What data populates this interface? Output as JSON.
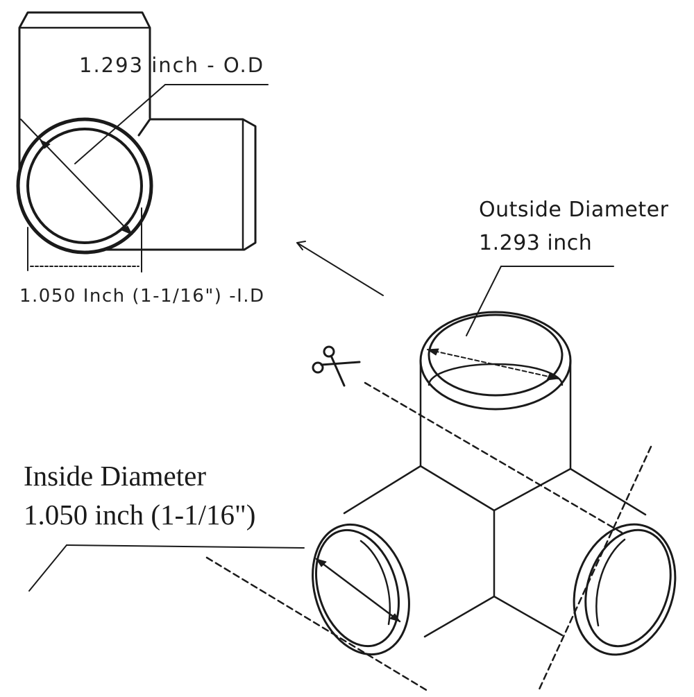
{
  "labels": {
    "top_od": "1.293 inch - O.D",
    "top_id": "1.050 Inch (1-1/16\") -I.D",
    "outside_line1": "Outside Diameter",
    "outside_line2": "1.293 inch",
    "inside_line1": "Inside Diameter",
    "inside_line2": "1.050 inch (1-1/16\")"
  },
  "icons": {
    "cut": "scissors-icon"
  },
  "colors": {
    "stroke": "#1a1a1a",
    "background": "#ffffff"
  }
}
